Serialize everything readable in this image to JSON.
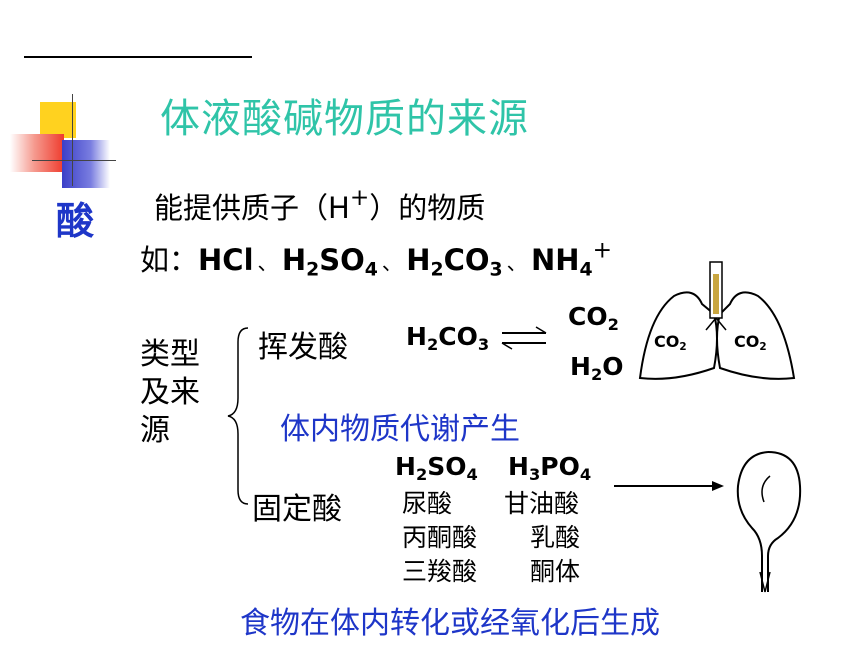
{
  "title": "体液酸碱物质的来源",
  "acid": {
    "label": "酸",
    "definition": "能提供质子（H",
    "definition_sup": "+",
    "definition_end": "）的物质",
    "examples_prefix": "如：",
    "examples": [
      "HCl",
      "H2SO4",
      "H2CO3",
      "NH4+"
    ]
  },
  "types": {
    "label": "类型及来源",
    "volatile": {
      "label": "挥发酸",
      "reaction_left": "H2CO3",
      "products": [
        "CO2",
        "H2O"
      ],
      "lung_labels": [
        "CO2",
        "CO2"
      ],
      "source": "体内物质代谢产生"
    },
    "fixed": {
      "label": "固定酸",
      "formulas": [
        "H2SO4",
        "H3PO4"
      ],
      "examples": [
        "尿酸",
        "甘油酸",
        "丙酮酸",
        "乳酸",
        "三羧酸",
        "酮体"
      ],
      "source": "食物在体内转化或经氧化后生成"
    }
  },
  "colors": {
    "title": "#2fc4a8",
    "acid_label": "#1e36c8",
    "source_text": "#1e36c8",
    "deco_yellow": "#ffd21f",
    "deco_red": "#ef3b2d",
    "deco_blue": "#3b3fc8"
  }
}
